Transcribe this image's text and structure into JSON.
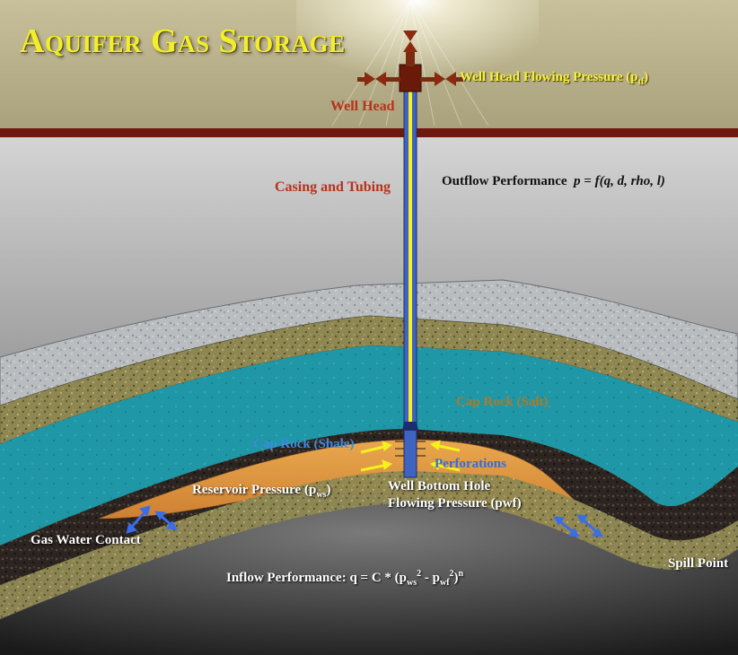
{
  "title": "Aquifer Gas Storage",
  "labels": {
    "well_head_pressure_text": "Well Head Flowing Pressure (p",
    "well_head_pressure_sub": "tf",
    "well_head_pressure_close": ")",
    "well_head": "Well Head",
    "casing_tubing": "Casing and Tubing",
    "outflow_label": "Outflow Performance",
    "outflow_formula": "p = f(q, d, rho, l)",
    "cap_rock_salt": "Cap Rock (Salt)",
    "cap_rock_shale": "Cap Rock (Shale)",
    "perforations": "Perforations",
    "reservoir_pressure_text": "Reservoir Pressure (p",
    "reservoir_pressure_sub": "ws",
    "reservoir_pressure_close": ")",
    "wbhp_line1": "Well Bottom Hole",
    "wbhp_line2": "Flowing Pressure (pwf)",
    "gas_water_contact": "Gas Water Contact",
    "spill_point": "Spill Point",
    "inflow_prefix": "Inflow Performance: q = C * (p",
    "inflow_sub1": "ws",
    "inflow_sup1": "2",
    "inflow_mid": " - p",
    "inflow_sub2": "wf",
    "inflow_sup2": "2",
    "inflow_close": ")",
    "inflow_sup_n": "n"
  },
  "colors": {
    "title": "#f2ee2a",
    "surface_tan": "#b5ad86",
    "ground_band": "#6e1810",
    "topsoil": "#b8bcbf",
    "sandstone": "#8c8550",
    "aquifer_water": "#1e97a6",
    "shale": "#2a2520",
    "reservoir_gas": "#e0953e",
    "well_pipe": "#4a6ec8",
    "well_tubing": "#f2ee2a",
    "wellhead_red": "#8a2a10"
  }
}
